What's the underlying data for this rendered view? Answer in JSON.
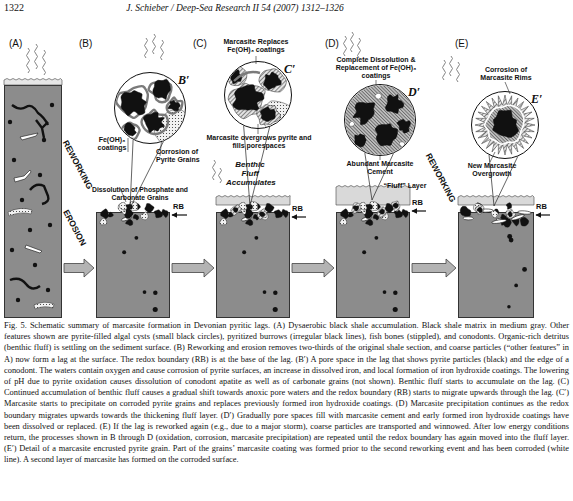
{
  "diagram": {
    "caption": "Fig. 5. Schematic summary of marcasite formation in Devonian pyritic lags. (A) Dysaerobic black shale accumulation. Black shale matrix in medium gray. Other features shown are pyrite-filled algal cysts (small black circles), pyritized burrows (irregular black lines), fish bones (stippled), and conodonts. Organic-rich detritus (benthic fluff) is settling on the sediment surface. (B) Reworking and erosion removes two-thirds of the original shale section, and coarse particles (“other features” in A) now form a lag at the surface. The redox boundary (RB) is at the base of the lag. (B′) A pore space in the lag that shows pyrite particles (black) and the edge of a conodont. The waters contain oxygen and cause corrosion of pyrite surfaces, an increase in dissolved iron, and local formation of iron hydroxide coatings. The lowering of pH due to pyrite oxidation causes dissolution of conodont apatite as well as of carbonate grains (not shown). Benthic fluff starts to accumulate on the lag. (C) Continued accumulation of benthic fluff causes a gradual shift towards anoxic pore waters and the redox boundary (RB) starts to migrate upwards through the lag. (C′) Marcasite starts to precipitate on corroded pyrite grains and replaces previously formed iron hydroxide coatings. (D) Marcasite precipitation continues as the redox boundary migrates upwards towards the thickening fluff layer. (D′) Gradually pore spaces fill with marcasite cement and early formed iron hydroxide coatings have been dissolved or replaced. (E) If the lag is reworked again (e.g., due to a major storm), coarse particles are transported and winnowed. After low energy conditions return, the processes shown in B through D (oxidation, corrosion, marcasite precipitation) are repeated until the redox boundary has again moved into the fluff layer. (E′) Detail of a marcasite encrusted pyrite grain. Part of the grains’ marcasite coating was formed prior to the second reworking event and has been corroded (white line). A second layer of marcasite has formed on the corroded surface.",
    "nodes": [
      {
        "text": [
          "(A)"
        ]
      },
      {
        "text": [
          "(B)"
        ]
      },
      {
        "text": [
          "B′"
        ]
      },
      {
        "text": [
          "(C)"
        ]
      },
      {
        "text": [
          "C′"
        ]
      },
      {
        "text": [
          "(D)"
        ]
      },
      {
        "text": [
          "D′"
        ]
      },
      {
        "text": [
          "(E)"
        ]
      },
      {
        "text": [
          "E′"
        ]
      }
    ],
    "edges": [
      {
        "from": 0,
        "to": 1,
        "arrow": "to"
      },
      {
        "from": 1,
        "to": 3,
        "arrow": "to"
      },
      {
        "from": 3,
        "to": 5,
        "arrow": "to"
      },
      {
        "from": 5,
        "to": 7,
        "arrow": "to"
      }
    ],
    "labels": [
      "1322",
      "J. Schieber / Deep-Sea Research II 54 (2007) 1312–1326",
      "Fe(OH)₃ coatings",
      "Corrosion of Pyrite Grains",
      "Dissolution of Phosphate and Carbonate Grains",
      "REWORKING",
      "EROSION",
      "Marcasite Replaces Fe(OH)₃ coatings",
      "Marcasite overgrows pyrite and fills porespaces",
      "Benthic Fluff Accumulates",
      "RB",
      "RB",
      "Complete Dissolution & Replacement of Fe(OH)₃ coatings",
      "Abundant Marcasite Cement",
      "“Fluff” Layer",
      "RB",
      "REWORKING",
      "Corrosion of Marcasite Rims",
      "New Marcasite Overgrowth",
      "RB"
    ]
  }
}
